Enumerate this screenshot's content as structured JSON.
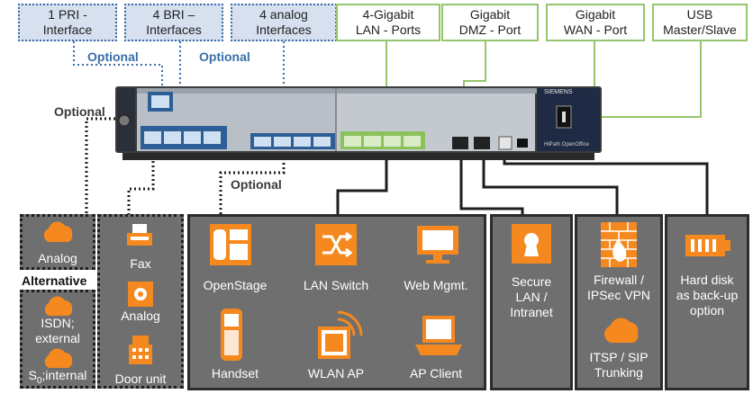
{
  "colors": {
    "blue_box": "#d6e0ef",
    "blue_border": "#3a6ea8",
    "green_border": "#94c66e",
    "panel": "#6f6f6f",
    "orange": "#f5891f",
    "device": "#3c3c3c"
  },
  "top_labels": {
    "pri": "1 PRI -\nInterface",
    "bri": "4 BRI –\nInterfaces",
    "analog_if": "4 analog\nInterfaces",
    "lan_ports": "4-Gigabit\nLAN - Ports",
    "dmz": "Gigabit\nDMZ - Port",
    "wan": "Gigabit\nWAN - Port",
    "usb": "USB\nMaster/Slave"
  },
  "optional_labels": {
    "opt1": "Optional",
    "opt2": "Optional",
    "opt3": "Optional",
    "opt4": "Optional"
  },
  "device": {
    "brand": "SIEMENS",
    "model": "HiPath OpenOffice"
  },
  "left_panels": {
    "analog": "Analog",
    "alternative": "Alternative",
    "isdn": "ISDN;\nexternal",
    "s0_prefix": "S",
    "s0_sub": "0",
    "s0_suffix": ";internal"
  },
  "terminals": {
    "fax": "Fax",
    "analog": "Analog",
    "door_unit": "Door unit"
  },
  "lan_items": {
    "openstage": "OpenStage",
    "lan_switch": "LAN Switch",
    "web_mgmt": "Web Mgmt.",
    "handset": "Handset",
    "wlan_ap": "WLAN AP",
    "ap_client": "AP Client"
  },
  "dmz_panel": {
    "secure": "Secure\nLAN /\nIntranet"
  },
  "wan_panel": {
    "firewall": "Firewall /\nIPSec VPN",
    "itsp": "ITSP / SIP\nTrunking"
  },
  "usb_panel": {
    "harddisk": "Hard disk\nas back-up\noption"
  }
}
